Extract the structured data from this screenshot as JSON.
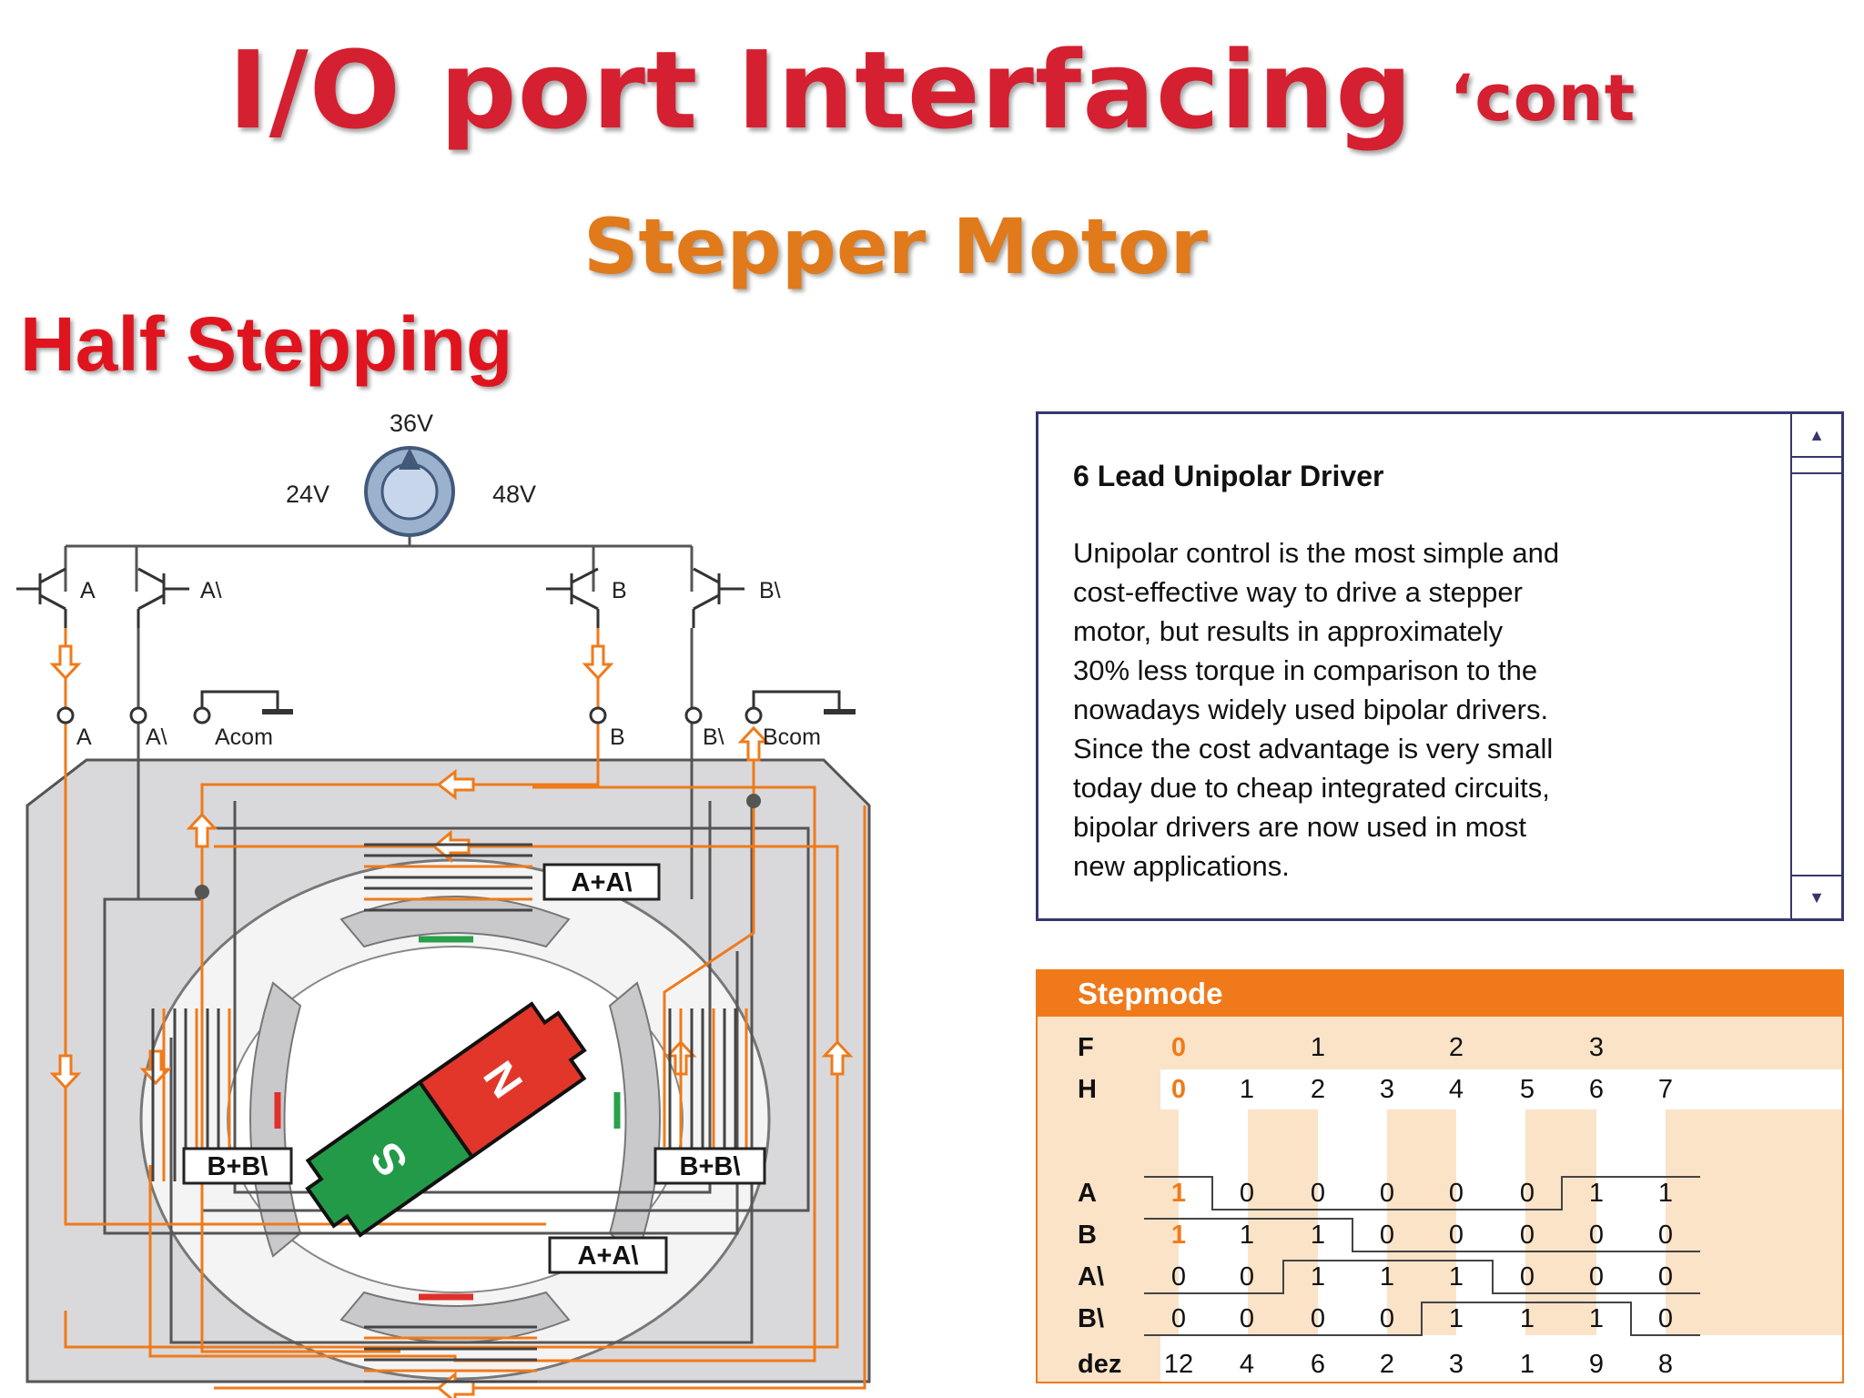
{
  "slide": {
    "title": "I/O port Interfacing",
    "title_suffix": "‘cont",
    "subtitle": "Stepper Motor",
    "section": "Half Stepping"
  },
  "colors": {
    "title": "#d42030",
    "subtitle": "#e07a1a",
    "section": "#e0141e",
    "orange": "#f07a1a",
    "wire": "#555555"
  },
  "circuit": {
    "voltages": {
      "top": "36V",
      "left": "24V",
      "right": "48V"
    },
    "transistors": [
      "A",
      "A\\",
      "B",
      "B\\"
    ],
    "terminals": [
      "A",
      "A\\",
      "Acom",
      "B",
      "B\\",
      "Bcom"
    ],
    "coil_labels": {
      "top": "A+A\\",
      "left": "B+B\\",
      "right": "B+B\\",
      "bottom": "A+A\\"
    },
    "rotor": {
      "north": "N",
      "south": "S"
    }
  },
  "info_panel": {
    "heading": "6 Lead Unipolar Driver",
    "lines": [
      "Unipolar control is the most simple and",
      "cost-effective way to drive a stepper",
      "motor, but results in approximately",
      "30% less torque in comparison to the",
      "nowadays widely used bipolar drivers.",
      "Since the cost advantage is very small",
      "today due to cheap integrated circuits,",
      "bipolar drivers are now used in most",
      "new applications."
    ],
    "scroll_up_icon": "▲",
    "scroll_down_icon": "▼"
  },
  "stepmode": {
    "title": "Stepmode",
    "rows": [
      {
        "label": "F",
        "values": [
          "0",
          "",
          "1",
          "",
          "2",
          "",
          "3",
          ""
        ]
      },
      {
        "label": "H",
        "values": [
          "0",
          "1",
          "2",
          "3",
          "4",
          "5",
          "6",
          "7"
        ]
      },
      {
        "label": "A",
        "values": [
          "1",
          "0",
          "0",
          "0",
          "0",
          "0",
          "1",
          "1"
        ]
      },
      {
        "label": "B",
        "values": [
          "1",
          "1",
          "1",
          "0",
          "0",
          "0",
          "0",
          "0"
        ]
      },
      {
        "label": "A\\",
        "values": [
          "0",
          "0",
          "1",
          "1",
          "1",
          "0",
          "0",
          "0"
        ]
      },
      {
        "label": "B\\",
        "values": [
          "0",
          "0",
          "0",
          "0",
          "1",
          "1",
          "1",
          "0"
        ]
      },
      {
        "label": "dez",
        "values": [
          "12",
          "4",
          "6",
          "2",
          "3",
          "1",
          "9",
          "8"
        ]
      }
    ]
  }
}
